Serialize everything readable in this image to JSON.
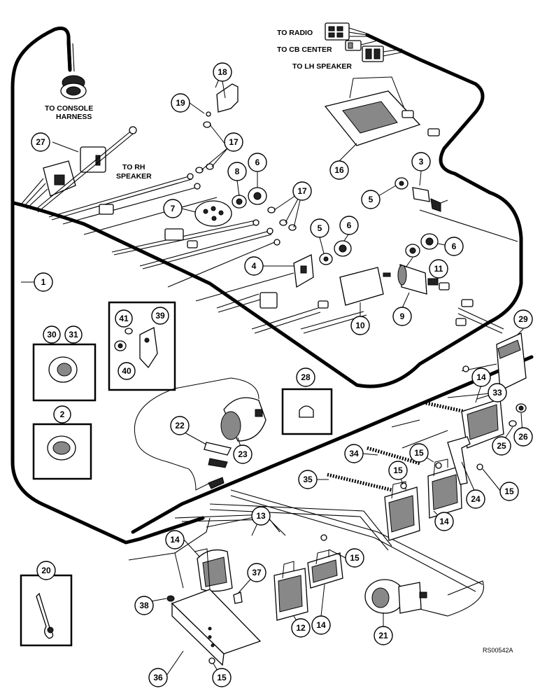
{
  "labels": {
    "to_console": [
      "TO CONSOLE",
      "HARNESS"
    ],
    "to_radio": "TO RADIO",
    "to_cb_center": "TO CB CENTER",
    "to_lh_speaker": "TO LH SPEAKER",
    "to_rh_speaker": [
      "TO RH",
      "SPEAKER"
    ],
    "drawing_code": "RS00542A"
  },
  "callouts": {
    "c1": "1",
    "c2": "2",
    "c3": "3",
    "c4": "4",
    "c5a": "5",
    "c5b": "5",
    "c6a": "6",
    "c6b": "6",
    "c6c": "6",
    "c7": "7",
    "c8": "8",
    "c9": "9",
    "c10": "10",
    "c11": "11",
    "c12": "12",
    "c13": "13",
    "c14a": "14",
    "c14b": "14",
    "c14c": "14",
    "c14d": "14",
    "c15a": "15",
    "c15b": "15",
    "c15c": "15",
    "c15d": "15",
    "c15e": "15",
    "c16": "16",
    "c17a": "17",
    "c17b": "17",
    "c18": "18",
    "c19": "19",
    "c20": "20",
    "c21": "21",
    "c22": "22",
    "c23": "23",
    "c24": "24",
    "c25": "25",
    "c26": "26",
    "c27": "27",
    "c28": "28",
    "c29": "29",
    "c30": "30",
    "c31": "31",
    "c33": "33",
    "c34": "34",
    "c35": "35",
    "c36": "36",
    "c37": "37",
    "c38": "38",
    "c39": "39",
    "c40": "40",
    "c41": "41"
  }
}
